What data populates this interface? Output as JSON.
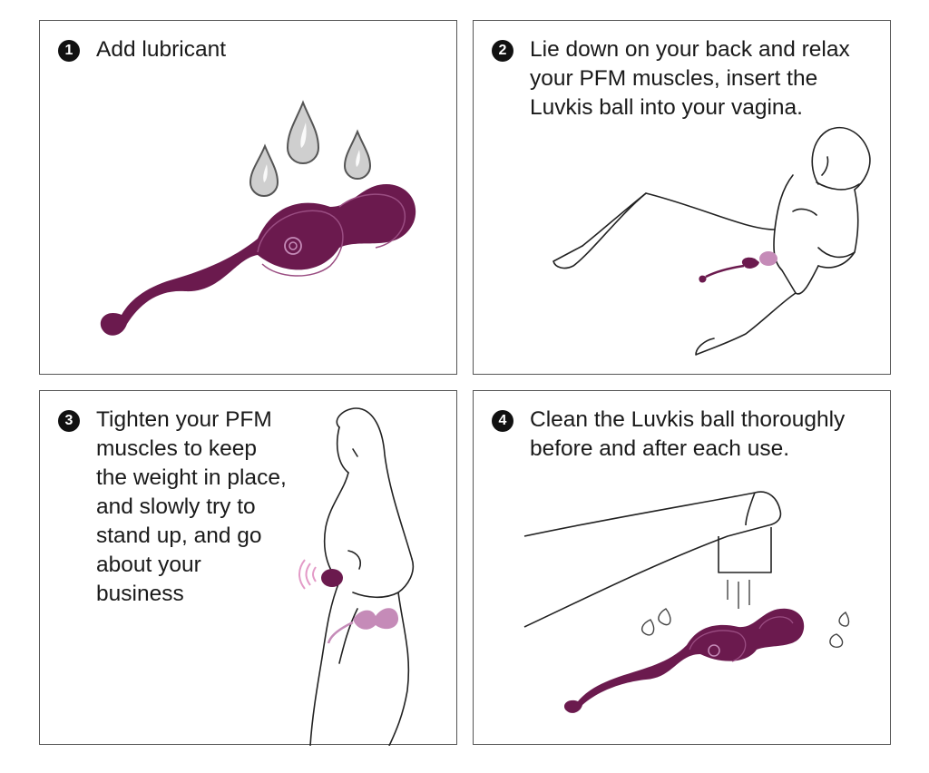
{
  "steps": [
    {
      "number": "1",
      "lines": [
        "Add lubricant"
      ]
    },
    {
      "number": "2",
      "lines": [
        "Lie down on your back and relax",
        "your PFM muscles, insert the",
        "Luvkis ball into your vagina."
      ]
    },
    {
      "number": "3",
      "lines": [
        "Tighten your PFM",
        "muscles to keep",
        "the weight in place,",
        "and slowly try to",
        "stand up, and go",
        "about your",
        "business"
      ]
    },
    {
      "number": "4",
      "lines": [
        "Clean the Luvkis ball thoroughly",
        "before and after each use."
      ]
    }
  ],
  "colors": {
    "product": "#6b1a4e",
    "product_light": "#c58bb8",
    "drop": "#cfcfcf",
    "line": "#222222",
    "border": "#555555"
  },
  "icons": [
    "water-drop-icon",
    "luvkis-ball-icon",
    "vibration-waves-icon",
    "faucet-icon"
  ]
}
